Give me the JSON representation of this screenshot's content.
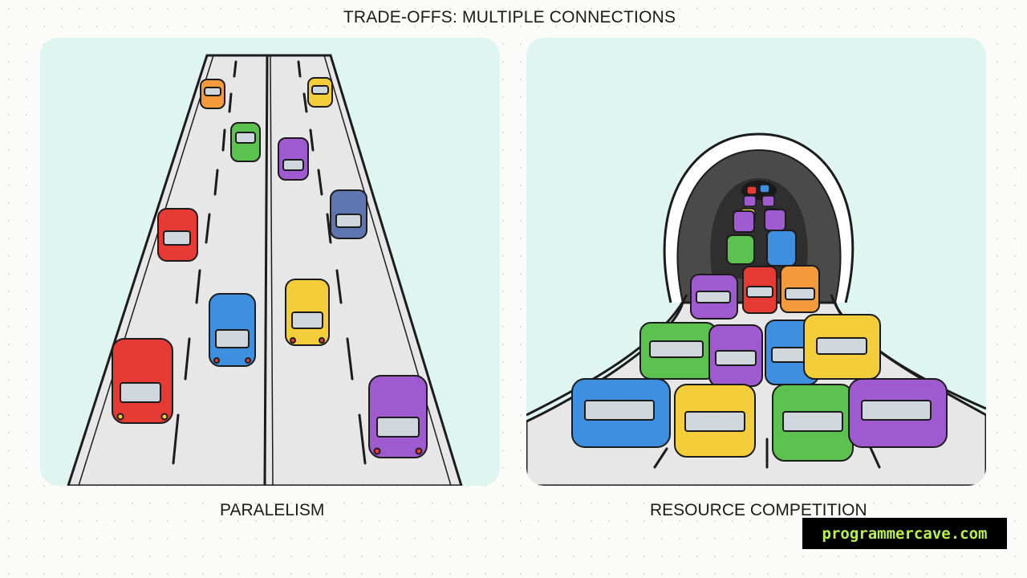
{
  "header": {
    "title": "TRADE-OFFS: MULTIPLE CONNECTIONS"
  },
  "panels": {
    "left": {
      "caption": "PARALELISM",
      "scene": "multi-lane-highway"
    },
    "right": {
      "caption": "RESOURCE COMPETITION",
      "scene": "tunnel-bottleneck"
    }
  },
  "watermark": {
    "text": "programmercave.com"
  },
  "colors": {
    "panel_bg": "#dff5ef",
    "road": "#e6e7e6",
    "badge_bg": "#000000",
    "badge_text": "#b9f04a",
    "car_red": "#e53b34",
    "car_blue": "#3f8fe0",
    "car_green": "#5cc24f",
    "car_purple": "#a05ad0",
    "car_yellow": "#f3ce3a",
    "car_orange": "#f39a3c",
    "car_slate": "#5f75b0"
  }
}
